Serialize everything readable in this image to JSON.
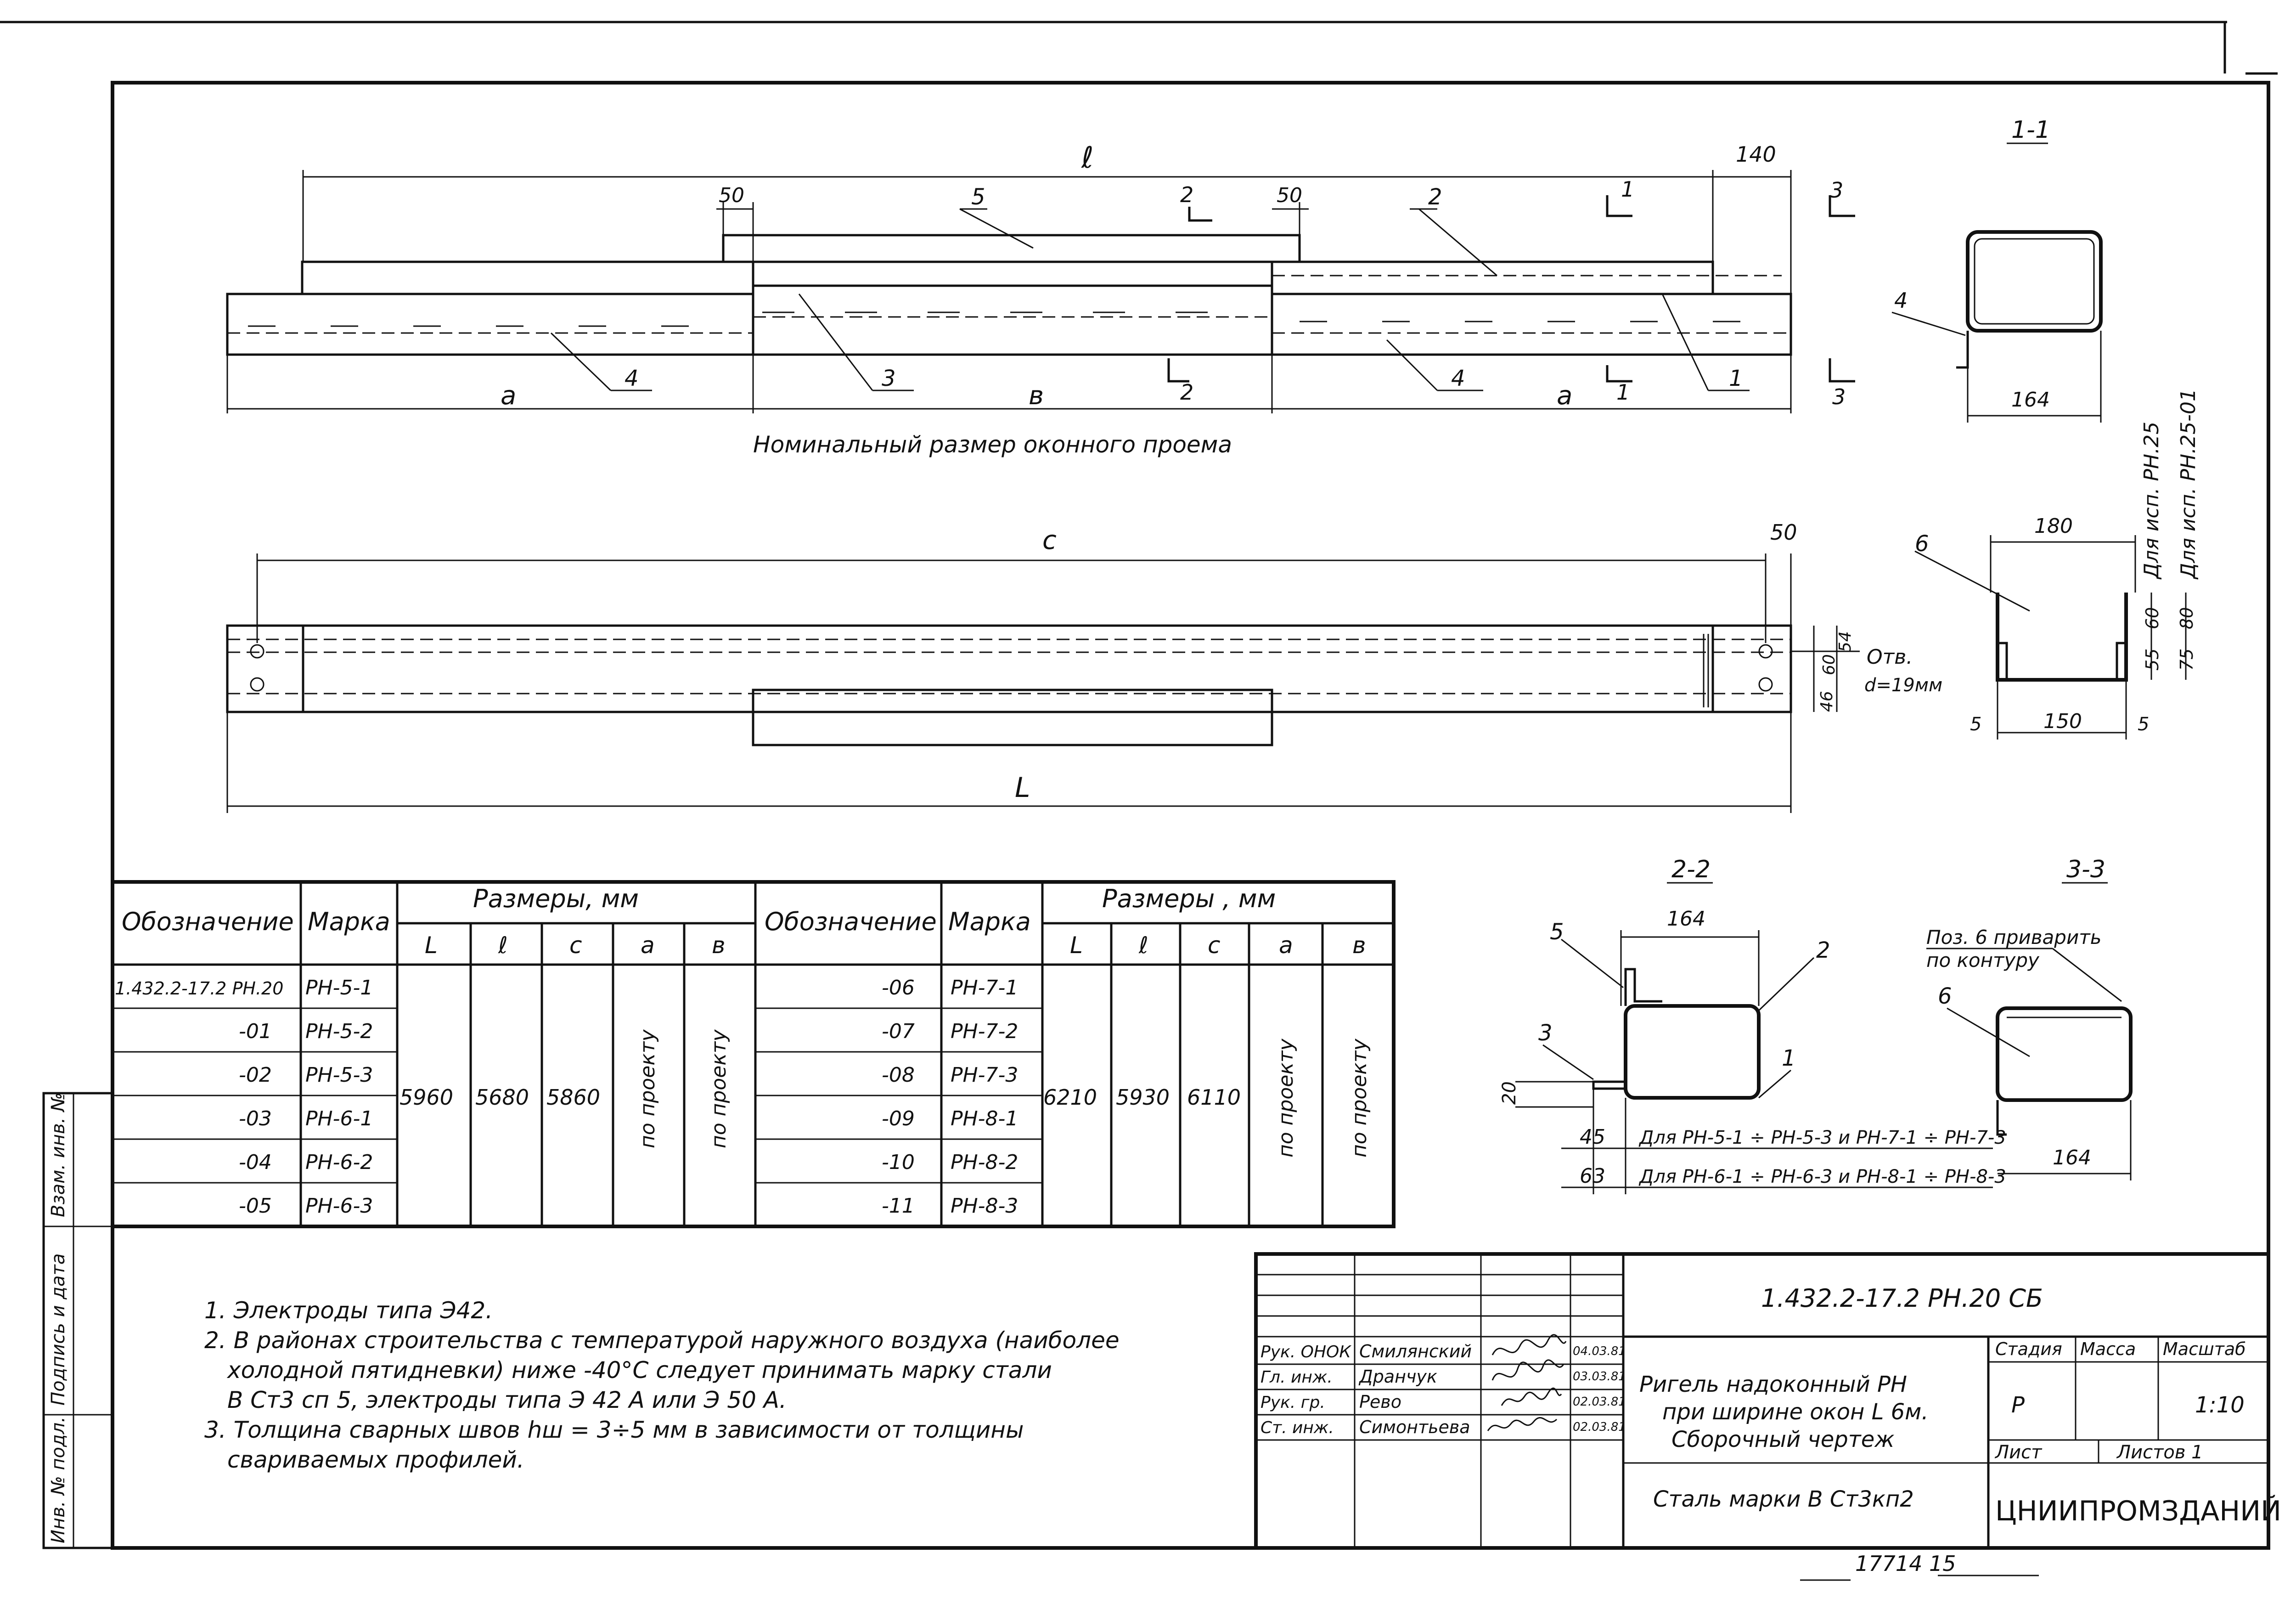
{
  "elevation": {
    "dim_l": "ℓ",
    "dim_140": "140",
    "dim_50_left": "50",
    "dim_50_right": "50",
    "pos_5": "5",
    "pos_2": "2",
    "pos_3": "3",
    "pos_4_left": "4",
    "pos_4_right": "4",
    "pos_1": "1",
    "dim_a_left": "a",
    "dim_a_right": "a",
    "dim_b": "в",
    "cut_2_top": "2",
    "cut_2_bottom": "2",
    "cut_1_top": "1",
    "cut_1_bottom": "1",
    "cut_3_top": "3",
    "cut_3_bottom": "3",
    "nominal_caption": "Номинальный размер оконного проема"
  },
  "plan": {
    "dim_c": "c",
    "dim_50": "50",
    "dim_L": "L",
    "dim_54": "54",
    "dim_60": "60",
    "dim_46": "46",
    "hole_label_1": "Отв.",
    "hole_label_2": "d=19мм"
  },
  "section_1_1": {
    "title": "1-1",
    "pos_4": "4",
    "width": "164"
  },
  "part_6": {
    "pos": "6",
    "width_top": "180",
    "width_bottom": "150",
    "side_left": "5",
    "side_right": "5",
    "h60": "60",
    "h55": "55",
    "h80": "80",
    "h75": "75",
    "note_rn25": "Для исп. РН.25",
    "note_rn2501": "Для исп. РН.25-01"
  },
  "section_2_2": {
    "title": "2-2",
    "width": "164",
    "pos_5": "5",
    "pos_2": "2",
    "pos_3": "3",
    "pos_1": "1",
    "dim_20": "20",
    "dim_45": "45",
    "dim_63": "63",
    "note_45": "Для РН-5-1 ÷ РН-5-3 и РН-7-1 ÷ РН-7-3",
    "note_63": "Для РН-6-1 ÷ РН-6-3 и РН-8-1 ÷ РН-8-3"
  },
  "section_3_3": {
    "title": "3-3",
    "note_line1": "Поз. 6 приварить",
    "note_line2": "по контуру",
    "pos_6": "6",
    "width": "164"
  },
  "table": {
    "h_designation": "Обозначение",
    "h_mark": "Марка",
    "h_sizes": "Размеры, мм",
    "h_sizes_right": "Размеры , мм",
    "h_L": "L",
    "h_l": "ℓ",
    "h_c": "c",
    "h_a": "a",
    "h_b": "в",
    "left_rows": [
      {
        "designation": "1.432.2-17.2 РН.20",
        "mark": "РН-5-1"
      },
      {
        "designation": "-01",
        "mark": "РН-5-2"
      },
      {
        "designation": "-02",
        "mark": "РН-5-3"
      },
      {
        "designation": "-03",
        "mark": "РН-6-1"
      },
      {
        "designation": "-04",
        "mark": "РН-6-2"
      },
      {
        "designation": "-05",
        "mark": "РН-6-3"
      }
    ],
    "right_rows": [
      {
        "designation": "-06",
        "mark": "РН-7-1"
      },
      {
        "designation": "-07",
        "mark": "РН-7-2"
      },
      {
        "designation": "-08",
        "mark": "РН-7-3"
      },
      {
        "designation": "-09",
        "mark": "РН-8-1"
      },
      {
        "designation": "-10",
        "mark": "РН-8-2"
      },
      {
        "designation": "-11",
        "mark": "РН-8-3"
      }
    ],
    "left_L": "5960",
    "left_l": "5680",
    "left_c": "5860",
    "right_L": "6210",
    "right_l": "5930",
    "right_c": "6110",
    "by_project": "по проекту"
  },
  "notes": [
    "1. Электроды типа Э42.",
    "2. В районах строительства с температурой наружного воздуха (наиболее",
    "холодной пятидневки) ниже -40°С следует принимать марку стали",
    "В Ст3 сп 5, электроды типа Э 42 А или Э 50 А.",
    "3. Толщина сварных швов hш = 3÷5 мм в зависимости от толщины",
    "свариваемых профилей."
  ],
  "side_stamp": {
    "inv_replace": "Взам. инв. №",
    "sign_date": "Подпись и дата",
    "inv_orig": "Инв. № подл."
  },
  "title_block": {
    "code": "1.432.2-17.2 РН.20 СБ",
    "roles": [
      "Рук. ОНОК",
      "Гл. инж.",
      "Рук. гр.",
      "Ст. инж."
    ],
    "names": [
      "Смилянский",
      "Дранчук",
      "Рево",
      "Симонтьева"
    ],
    "dates": [
      "04.03.81",
      "03.03.81",
      "02.03.81",
      "02.03.81"
    ],
    "name_line1": "Ригель надоконный РН",
    "name_line2": "при ширине окон L 6м.",
    "name_line3": "Сборочный чертеж",
    "stage_h": "Стадия",
    "mass_h": "Масса",
    "scale_h": "Масштаб",
    "stage": "Р",
    "scale": "1:10",
    "sheet_h": "Лист",
    "sheets_h": "Листов 1",
    "steel": "Сталь марки В Ст3кп2",
    "org": "ЦНИИПРОМЗДАНИЙ"
  },
  "bottom_number": "17714   15"
}
